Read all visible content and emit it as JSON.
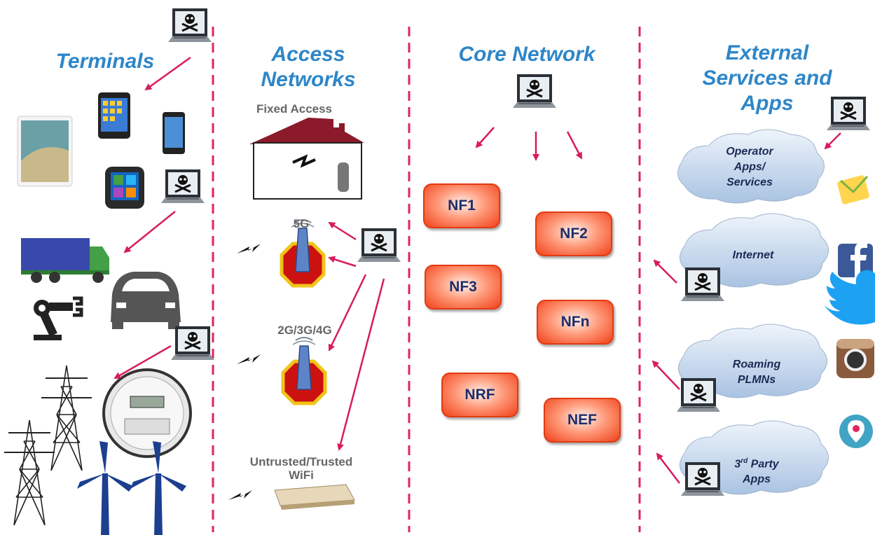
{
  "columns": {
    "terminals": "Terminals",
    "access": "Access\nNetworks",
    "core": "Core Network",
    "external": "External\nServices and\nApps"
  },
  "access_labels": {
    "fixed": "Fixed Access",
    "fiveg": "5G",
    "legacy": "2G/3G/4G",
    "wifi": "Untrusted/Trusted\nWiFi"
  },
  "network_functions": [
    "NF1",
    "NF2",
    "NF3",
    "NFn",
    "NRF",
    "NEF"
  ],
  "clouds": {
    "operator": "Operator\nApps/\nServices",
    "internet": "Internet",
    "roaming": "Roaming\nPLMNs",
    "third_party_main": "3",
    "third_party_sup": "rd",
    "third_party_rest": " Party\nApps"
  },
  "colors": {
    "heading": "#2e86c8",
    "divider": "#e0245e",
    "arrow": "#d81b60",
    "nf_fill": "#f0421a",
    "tower": "#cc1111"
  },
  "icons": [
    "attacker-laptop-icon",
    "tablet-icon",
    "smartphone-icon",
    "smartwatch-icon",
    "truck-icon",
    "car-icon",
    "robot-arm-icon",
    "power-tower-icon",
    "smart-meter-icon",
    "wind-turbine-icon",
    "house-icon",
    "router-icon",
    "cell-tower-icon",
    "wifi-router-icon",
    "email-icon",
    "facebook-icon",
    "twitter-icon",
    "instagram-icon",
    "periscope-icon"
  ]
}
